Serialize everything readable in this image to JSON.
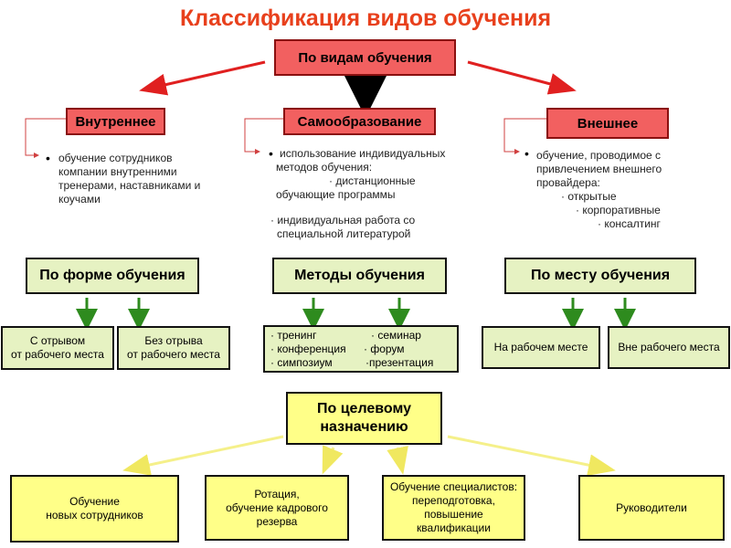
{
  "title": "Классификация видов обучения",
  "top_box": "По видам обучения",
  "types": [
    {
      "label": "Внутреннее",
      "desc": [
        "обучение сотрудников",
        "компании внутренними",
        "тренерами, наставниками и",
        "коучами"
      ]
    },
    {
      "label": "Самообразование",
      "desc": [
        "использование индивидуальных",
        "методов обучения:",
        "· дистанционные",
        "обучающие   программы"
      ],
      "desc2": [
        "· индивидуальная работа со",
        "специальной литературой"
      ]
    },
    {
      "label": "Внешнее",
      "desc": [
        "обучение, проводимое с",
        "привлечением внешнего",
        "провайдера:",
        "· открытые",
        "· корпоративные",
        "· консалтинг"
      ]
    }
  ],
  "form": {
    "label": "По форме обучения",
    "items": [
      [
        "С отрывом",
        "от рабочего места"
      ],
      [
        "Без отрыва",
        "от рабочего места"
      ]
    ]
  },
  "methods": {
    "label": "Методы обучения",
    "col1": [
      "· тренинг",
      "· конференция",
      "· симпозиум"
    ],
    "col2": [
      "· семинар",
      "· форум",
      "·презентация"
    ]
  },
  "place": {
    "label": "По месту обучения",
    "items": [
      "На рабочем месте",
      "Вне рабочего места"
    ]
  },
  "target": {
    "label": [
      "По целевому",
      "назначению"
    ],
    "items": [
      [
        "Обучение",
        "новых сотрудников"
      ],
      [
        "Ротация,",
        "обучение кадрового",
        "резерва"
      ],
      [
        "Обучение специалистов:",
        "переподготовка,",
        "повышение",
        "квалификации"
      ],
      [
        "Руководители"
      ]
    ]
  },
  "colors": {
    "title": "#e8401c",
    "red_box": "#f26060",
    "green_box": "#e6f2c2",
    "yellow_box": "#ffff88",
    "green_arrow": "#2e8b1e",
    "red_arrow": "#e02020",
    "yellow_arrow": "#f5f08a"
  }
}
